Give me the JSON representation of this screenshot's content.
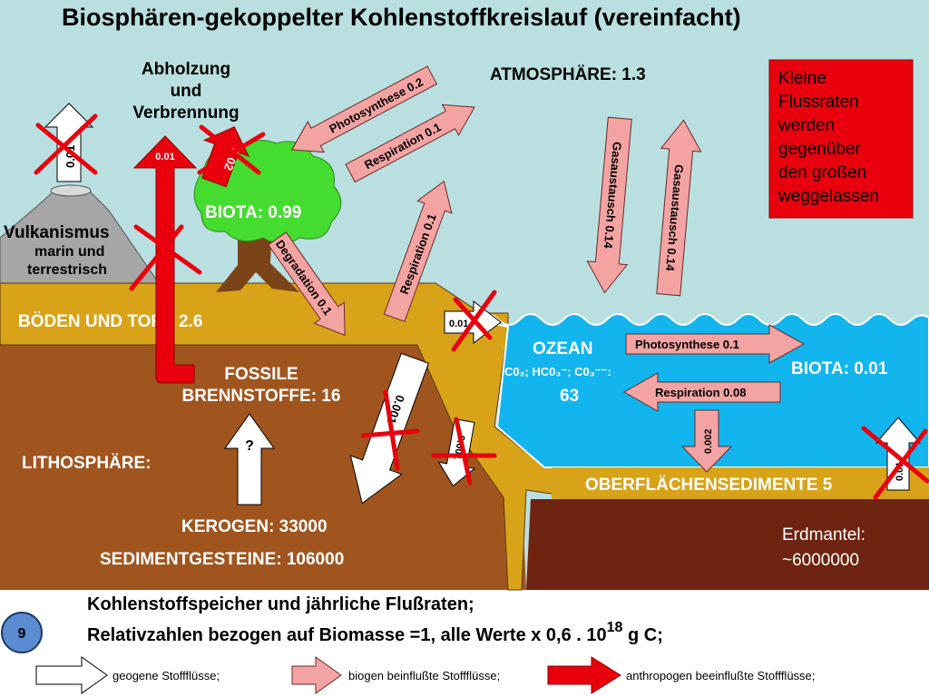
{
  "title": "Biosphären-gekoppelter Kohlenstoffkreislauf (vereinfacht)",
  "colors": {
    "sky": "#b9dfe0",
    "soil": "#d8a318",
    "lithosphere": "#a0551f",
    "ocean": "#12b5ee",
    "ocean_sediment": "#d8a318",
    "mantle": "#6e2410",
    "volcano": "#a6a6a6",
    "tree": "#44dc2e",
    "trunk": "#7a4418",
    "geogen_arrow": "#ffffff",
    "biogen_arrow": "#f4a3a3",
    "anthropogen_arrow": "#e8000d",
    "note_box": "#e8000d"
  },
  "labels": {
    "deforestation_line1": "Abholzung",
    "deforestation_line2": "und",
    "deforestation_line3": "Verbrennung",
    "atmosphere": "ATMOSPHÄRE: 1.3",
    "volcanism_title": "Vulkanismus",
    "volcanism_line2": "marin und",
    "volcanism_line3": "terrestrisch",
    "biota_land": "BIOTA: 0.99",
    "soils": "BÖDEN UND TORF   2.6",
    "fossil_line1": "FOSSILE",
    "fossil_line2": "BRENNSTOFFE: 16",
    "lithosphere": "LITHOSPHÄRE:",
    "kerogen": "KEROGEN: 33000",
    "sediment_rocks": "SEDIMENTGESTEINE: 106000",
    "ocean": "OZEAN",
    "ocean_species": "C0₂; HC0₃⁻; C0₃⁻⁻:",
    "ocean_value": "63",
    "biota_ocean": "BIOTA: 0.01",
    "surface_sediments": "OBERFLÄCHENSEDIMENTE   5",
    "mantle_line1": "Erdmantel:",
    "mantle_line2": "~6000000"
  },
  "note": {
    "line1": "Kleine",
    "line2": "Flussraten",
    "line3": "werden",
    "line4": "gegenüber",
    "line5": "den großen",
    "line6": "weggelassen"
  },
  "arrows": {
    "volcano_flux": "0.01",
    "deforestation_flux": "0.01",
    "land_use_flux": "0.02",
    "photosynthesis_land": "Photosynthese 0.2",
    "respiration_land": "Respiration 0.1",
    "respiration_soil": "Respiration 0.1",
    "degradation": "Degradation 0.1",
    "gas_exchange_down": "Gasaustausch 0.14",
    "gas_exchange_up": "Gasaustausch 0.14",
    "river_flux": "0.01",
    "lithosphere_flux": "0.001",
    "burial_flux": "0.001",
    "kerogen_flux": "?",
    "photosynthesis_ocean": "Photosynthese  0.1",
    "respiration_ocean": "Respiration  0.08",
    "sedimentation": "0.002",
    "sediment_flux": "0.01"
  },
  "footer": {
    "page_number": "9",
    "line1": "Kohlenstoffspeicher und jährliche  Flußraten;",
    "line2_main": "Relativzahlen bezogen auf  Biomasse =1, alle  Werte x 0,6 . 10",
    "line2_exp": "18",
    "line2_end": " g C;"
  },
  "legend": {
    "geogen": "geogene   Stoffflüsse;",
    "biogen": "biogen beinflußte Stoffflüsse;",
    "anthropogen": "anthropogen beeinflußte Stoffflüsse;"
  }
}
